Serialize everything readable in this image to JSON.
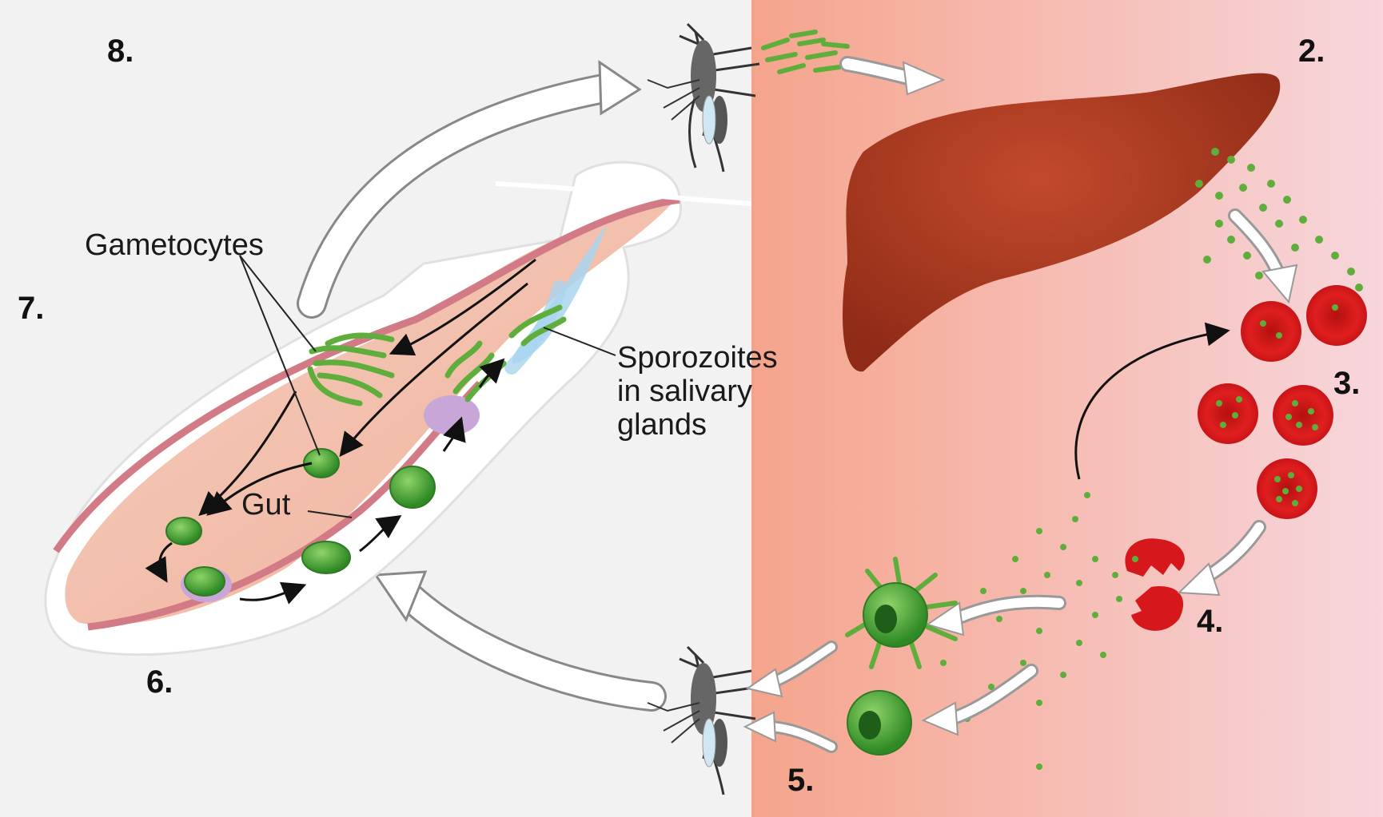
{
  "steps": {
    "s2": "2.",
    "s3": "3.",
    "s4": "4.",
    "s5": "5.",
    "s6": "6.",
    "s7": "7.",
    "s8": "8."
  },
  "labels": {
    "gametocytes": "Gametocytes",
    "gut": "Gut",
    "sporozoites_line1": "Sporozoites",
    "sporozoites_line2": "in salivary",
    "sporozoites_line3": "glands"
  },
  "colors": {
    "mosquito_side_bg": "#f2f2f2",
    "human_side_bg_start": "#f5a48c",
    "human_side_bg_end": "#f7d6dc",
    "liver": "#a8361f",
    "red_blood_cell": "#d6181c",
    "parasite_green": "#5fae3c",
    "gut_lining": "#d98a8e"
  }
}
